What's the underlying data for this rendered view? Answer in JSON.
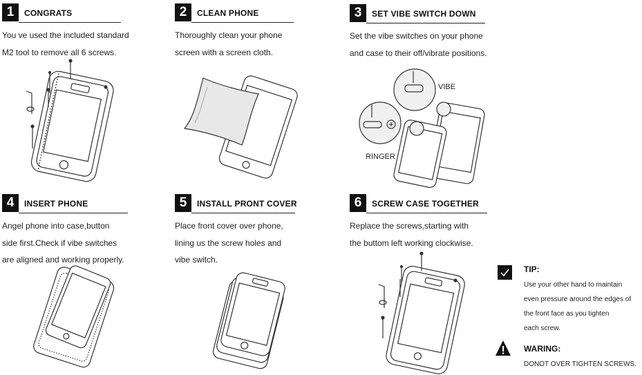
{
  "steps": [
    {
      "number": "1",
      "title": "CONGRATS",
      "body": "You ve used the included standard\nM2 tool to remove all 6 screws."
    },
    {
      "number": "2",
      "title": "CLEAN PHONE",
      "body": "Thoroughly clean your phone\nscreen with a screen cloth."
    },
    {
      "number": "3",
      "title": "SET VIBE SWITCH DOWN",
      "body": "Set the vibe switches on your phone\nand case to their off/vibrate positions."
    },
    {
      "number": "4",
      "title": "INSERT PHONE",
      "body": "Angel phone into case,button\nside first.Check if vibe switches\nare aligned and working properly."
    },
    {
      "number": "5",
      "title": "INSTALL PRONT COVER",
      "body": "Place front cover over phone,\nlining us the screw holes and\nvibe switch."
    },
    {
      "number": "6",
      "title": "SCREW CASE TOGETHER",
      "body": "Replace the screws,starting with\nthe buttom left working clockwise."
    }
  ],
  "callouts": {
    "vibe": "VIBE",
    "ringer": "RINGER"
  },
  "tip": {
    "title": "TIP:",
    "body": "Use your other hand to maintain\neven pressure around the edges of\nthe front face as you tighten\neach screw.",
    "icon": "checkmark-icon"
  },
  "warning": {
    "title": "WARING:",
    "body": "DONOT OVER TIGHTEN SCREWS.",
    "icon": "warning-triangle-icon"
  }
}
